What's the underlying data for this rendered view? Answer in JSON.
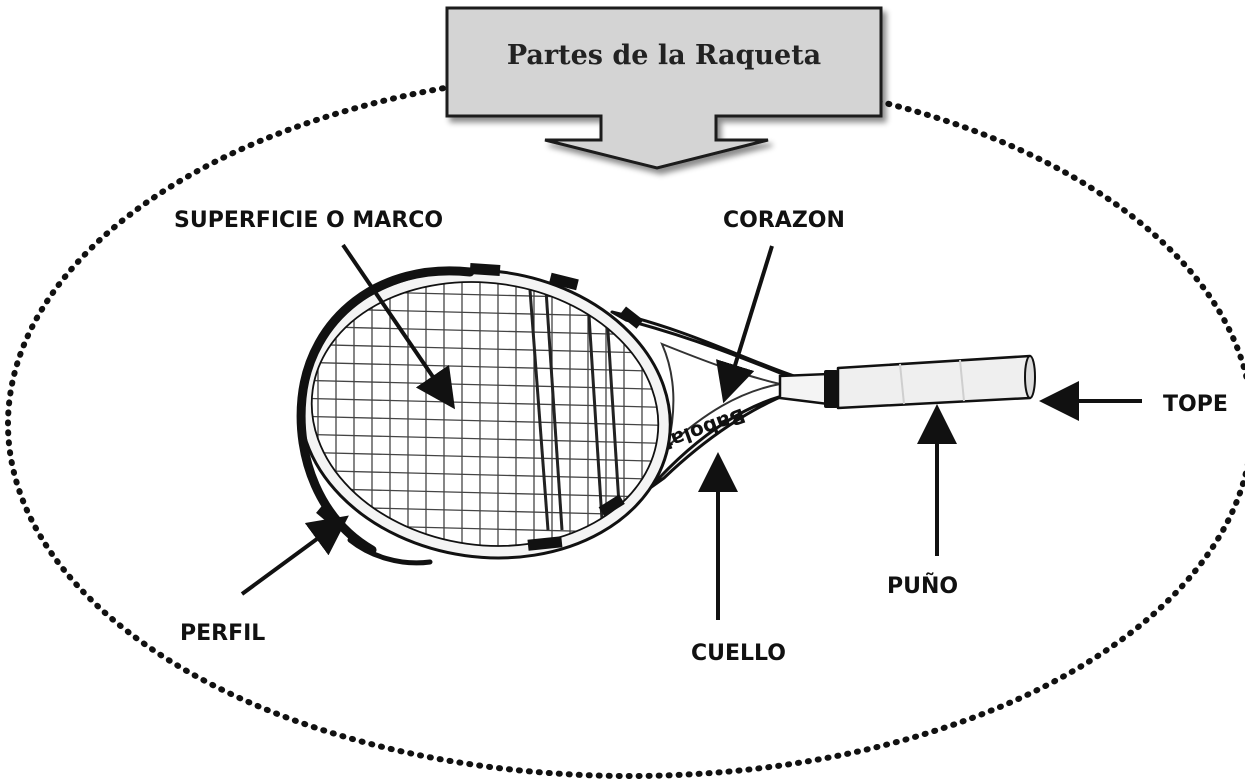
{
  "title": "Partes de la Raqueta",
  "labels": {
    "superficie": "SUPERFICIE O MARCO",
    "corazon": "CORAZON",
    "tope": "TOPE",
    "puno": "PUÑO",
    "cuello": "CUELLO",
    "perfil": "PERFIL"
  },
  "brand_text": "Babolat",
  "colors": {
    "title_fill": "#d4d4d4",
    "outline": "#111111",
    "frame_white": "#f4f4f4",
    "grip": "#efefef"
  }
}
